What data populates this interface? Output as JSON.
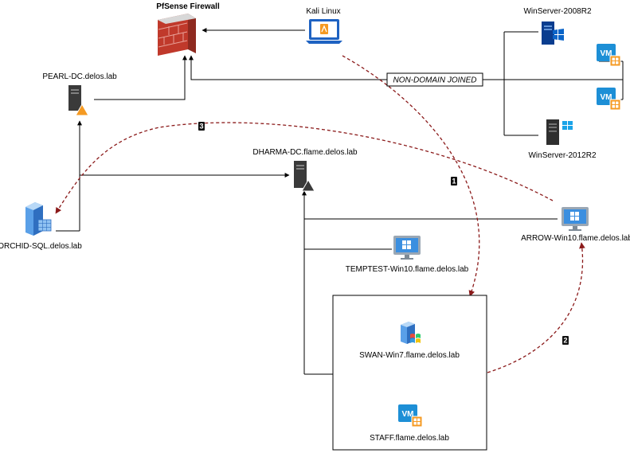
{
  "nodes": {
    "firewall": "PfSense Firewall",
    "kali": "Kali Linux",
    "win2008": "WinServer-2008R2",
    "win2012": "WinServer-2012R2",
    "pearl_dc": "PEARL-DC.delos.lab",
    "dharma_dc": "DHARMA-DC.flame.delos.lab",
    "orchid_sql": "ORCHID-SQL.delos.lab",
    "temptest": "TEMPTEST-Win10.flame.delos.lab",
    "arrow": "ARROW-Win10.flame.delos.lab",
    "swan": "SWAN-Win7.flame.delos.lab",
    "staff": "STAFF.flame.delos.lab"
  },
  "non_domain_label": "NON-DOMAIN JOINED",
  "vm_badge": "VM",
  "steps": [
    "1",
    "2",
    "3"
  ],
  "colors": {
    "attack_path": "#8b1a1a",
    "firewall_red": "#c0392b",
    "windows_blue": "#0a64c8",
    "vm_blue": "#1d8fd6",
    "vm_orange": "#f59a22",
    "laptop_blue": "#1e62c2",
    "server_dark": "#3a3a3a"
  }
}
